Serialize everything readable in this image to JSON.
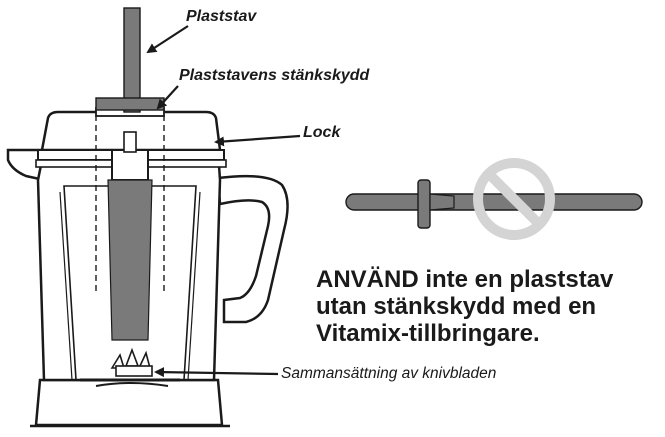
{
  "labels": {
    "tamper": "Plaststav",
    "splash_guard": "Plaststavens stänkskydd",
    "lid": "Lock",
    "blade_assembly": "Sammansättning av knivbladen"
  },
  "warning": {
    "line1": "ANVÄND inte en plaststav",
    "line2": "utan stänkskydd med en",
    "line3": "Vitamix-tillbringare."
  },
  "icons": {
    "prohibition": "prohibition-icon"
  },
  "colors": {
    "tamper_fill": "#7a7a7a",
    "outline": "#1a1a1a",
    "prohibition": "#d4d4d4"
  }
}
